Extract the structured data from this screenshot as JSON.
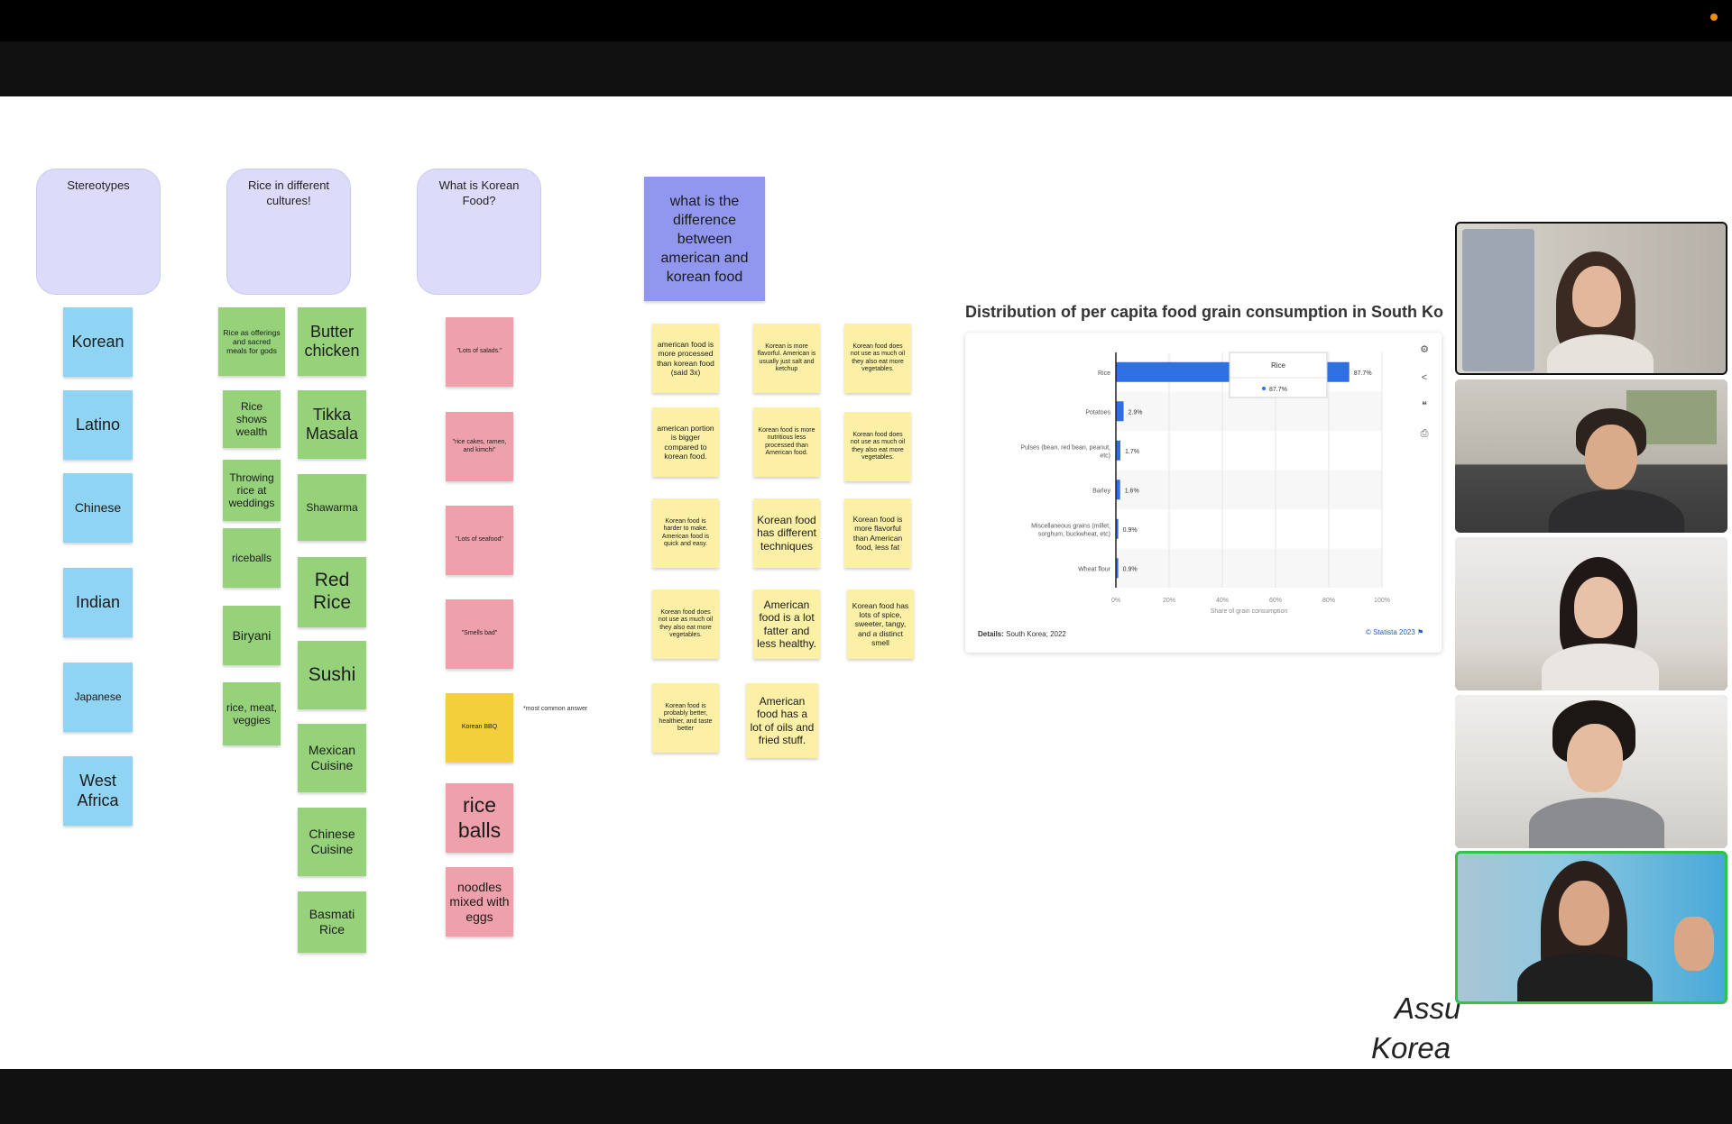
{
  "board": {
    "frames": [
      {
        "id": "stereotypes",
        "label": "Stereotypes"
      },
      {
        "id": "rice-cultures",
        "label": "Rice in different cultures!"
      },
      {
        "id": "korean-food",
        "label": "What is Korean Food?"
      }
    ],
    "question_note": "what is the difference between american and korean food",
    "stereotype_notes": [
      "Korean",
      "Latino",
      "Chinese",
      "Indian",
      "Japanese",
      "West Africa"
    ],
    "rice_notes_left": [
      "Rice as offerings and sacred meals for gods",
      "Rice shows wealth",
      "Throwing rice at weddings",
      "riceballs",
      "Biryani",
      "rice, meat, veggies"
    ],
    "rice_notes_right": [
      "Butter chicken",
      "Tikka Masala",
      "Shawarma",
      "Red Rice",
      "Sushi",
      "Mexican Cuisine",
      "Chinese Cuisine",
      "Basmati Rice"
    ],
    "korean_notes": [
      "\"Lots of salads.\"",
      "\"rice cakes, ramen, and kimchi\"",
      "\"Lots of seafood\"",
      "\"Smells bad\"",
      "Korean BBQ",
      "rice balls",
      "noodles mixed with eggs"
    ],
    "annotation": "*most common answer",
    "difference_notes": [
      "american food is more processed than korean food (said 3x)",
      "Korean is more flavorful. American is usually just salt and ketchup",
      "Korean food does not use as much oil they also eat more vegetables.",
      "american portion is bigger compared to korean food.",
      "Korean food is more nutritious less processed than American food.",
      "Korean food does not use as much oil they also eat more vegetables.",
      "Korean food is harder to make. American food is quick and easy.",
      "Korean food has different techniques",
      "Korean food is more flavorful than American food, less fat",
      "Korean food does not use as much oil they also eat more vegetables.",
      "American food is a lot fatter and less healthy.",
      "Korean food has lots of spice, sweeter, tangy, and a distinct smell",
      "Korean food is probably better, healthier, and taste better",
      "American food has a lot of oils and fried stuff."
    ]
  },
  "chart_header": {
    "title": "Distribution of per capita food grain consumption in South Ko",
    "details_label": "Details:",
    "details_value": "South Korea; 2022",
    "source": "© Statista 2023",
    "controls": [
      "gear-icon",
      "share-icon",
      "quote-icon",
      "print-icon"
    ],
    "tooltip_label": "Rice",
    "tooltip_value": "87.7%"
  },
  "chart_data": {
    "type": "bar",
    "orientation": "horizontal",
    "categories": [
      "Rice",
      "Potatoes",
      "Pulses (bean, red bean, peanut, etc)",
      "Barley",
      "Miscellaneous grains (millet, sorghum, buckwheat, etc)",
      "Wheat flour"
    ],
    "values": [
      87.7,
      2.9,
      1.7,
      1.6,
      0.9,
      0.9
    ],
    "value_labels": [
      "87.7%",
      "2.9%",
      "1.7%",
      "1.6%",
      "0.9%",
      "0.9%"
    ],
    "xlabel": "Share of grain consumption",
    "xticks": [
      "0%",
      "20%",
      "40%",
      "60%",
      "80%",
      "100%"
    ],
    "xlim": [
      0,
      100
    ],
    "bar_color": "#2f6fe4",
    "grid": true
  },
  "right_text": {
    "line1": "Assu",
    "line2": "Korea"
  },
  "video": {
    "tiles": 5,
    "active_index": 4,
    "active_color": "#2fc34a"
  }
}
